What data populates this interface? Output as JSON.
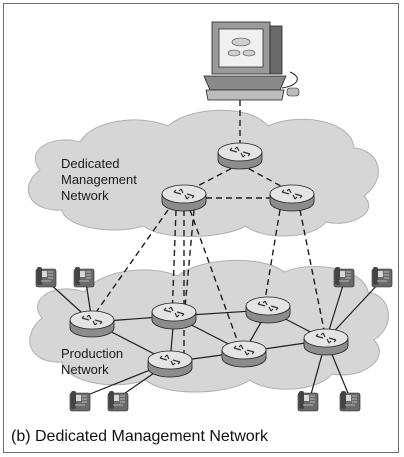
{
  "labels": {
    "mgmt_line1": "Dedicated",
    "mgmt_line2": "Management",
    "mgmt_line3": "Network",
    "prod_line1": "Production",
    "prod_line2": "Network"
  },
  "caption": "(b) Dedicated Management Network",
  "colors": {
    "cloud": "#d6d6d6",
    "router_top": "#e4e4e4",
    "router_side": "#8c8c8c",
    "link": "#1e1e1e",
    "phone": "#555555"
  }
}
